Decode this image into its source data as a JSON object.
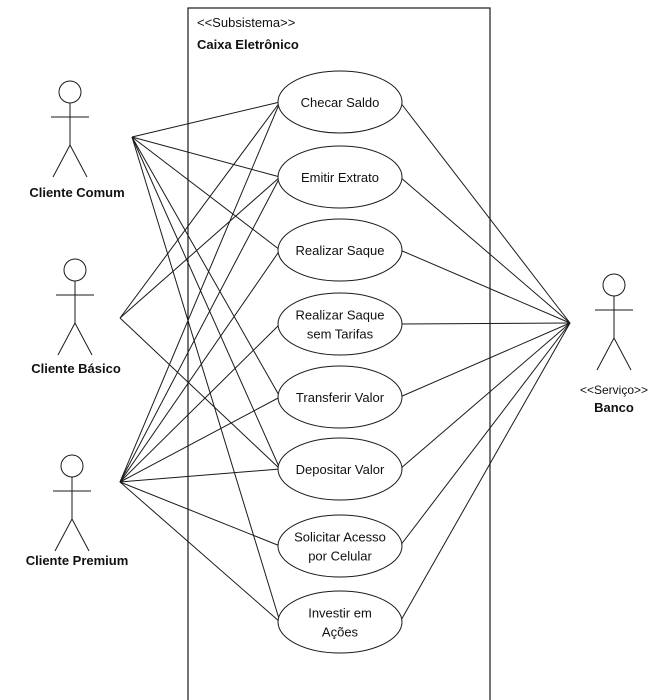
{
  "system": {
    "stereotype": "<<Subsistema>>",
    "name": "Caixa Eletrônico"
  },
  "actors": [
    {
      "id": "comum",
      "label": "Cliente Comum"
    },
    {
      "id": "basico",
      "label": "Cliente Básico"
    },
    {
      "id": "premium",
      "label": "Cliente Premium"
    },
    {
      "id": "banco",
      "stereotype": "<<Serviço>>",
      "label": "Banco"
    }
  ],
  "use_cases": [
    {
      "id": "uc1",
      "lines": [
        "Checar Saldo"
      ]
    },
    {
      "id": "uc2",
      "lines": [
        "Emitir Extrato"
      ]
    },
    {
      "id": "uc3",
      "lines": [
        "Realizar Saque"
      ]
    },
    {
      "id": "uc4",
      "lines": [
        "Realizar Saque",
        "sem Tarifas"
      ]
    },
    {
      "id": "uc5",
      "lines": [
        "Transferir Valor"
      ]
    },
    {
      "id": "uc6",
      "lines": [
        "Depositar Valor"
      ]
    },
    {
      "id": "uc7",
      "lines": [
        "Solicitar Acesso",
        "por Celular"
      ]
    },
    {
      "id": "uc8",
      "lines": [
        "Investir em",
        "Ações"
      ]
    }
  ],
  "associations": [
    [
      "comum",
      "uc1"
    ],
    [
      "comum",
      "uc2"
    ],
    [
      "comum",
      "uc3"
    ],
    [
      "comum",
      "uc5"
    ],
    [
      "comum",
      "uc6"
    ],
    [
      "comum",
      "uc8"
    ],
    [
      "basico",
      "uc1"
    ],
    [
      "basico",
      "uc2"
    ],
    [
      "basico",
      "uc6"
    ],
    [
      "premium",
      "uc1"
    ],
    [
      "premium",
      "uc2"
    ],
    [
      "premium",
      "uc3"
    ],
    [
      "premium",
      "uc4"
    ],
    [
      "premium",
      "uc5"
    ],
    [
      "premium",
      "uc6"
    ],
    [
      "premium",
      "uc7"
    ],
    [
      "premium",
      "uc8"
    ],
    [
      "uc1",
      "banco"
    ],
    [
      "uc2",
      "banco"
    ],
    [
      "uc3",
      "banco"
    ],
    [
      "uc4",
      "banco"
    ],
    [
      "uc5",
      "banco"
    ],
    [
      "uc6",
      "banco"
    ],
    [
      "uc7",
      "banco"
    ],
    [
      "uc8",
      "banco"
    ]
  ]
}
